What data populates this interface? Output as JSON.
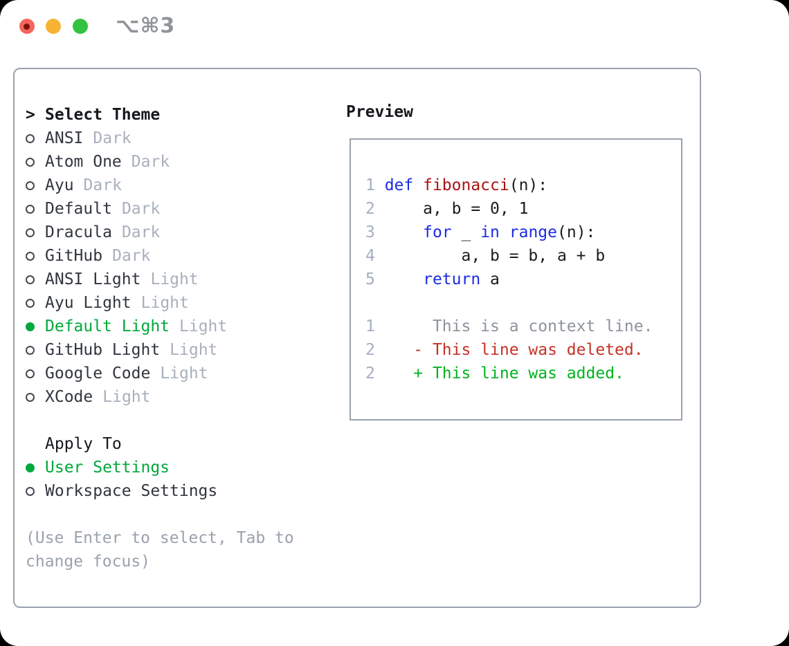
{
  "window": {
    "title": "⌥⌘3",
    "traffic_lights": [
      "close",
      "minimize",
      "zoom"
    ]
  },
  "colors": {
    "accent_green": "#00a83c",
    "keyword_blue": "#1c2be2",
    "function_red": "#a81414",
    "deleted_red": "#c53226",
    "added_green": "#00b41e",
    "muted_gray": "#a8b0bc",
    "hint_gray": "#9aa2ad",
    "border_gray": "#9aa2ad"
  },
  "theme_picker": {
    "header": {
      "prompt": ">",
      "label": "Select Theme"
    },
    "items": [
      {
        "name": "ANSI",
        "variant": "Dark",
        "selected": false
      },
      {
        "name": "Atom One",
        "variant": "Dark",
        "selected": false
      },
      {
        "name": "Ayu",
        "variant": "Dark",
        "selected": false
      },
      {
        "name": "Default",
        "variant": "Dark",
        "selected": false
      },
      {
        "name": "Dracula",
        "variant": "Dark",
        "selected": false
      },
      {
        "name": "GitHub",
        "variant": "Dark",
        "selected": false
      },
      {
        "name": "ANSI Light",
        "variant": "Light",
        "selected": false
      },
      {
        "name": "Ayu Light",
        "variant": "Light",
        "selected": false
      },
      {
        "name": "Default Light",
        "variant": "Light",
        "selected": true
      },
      {
        "name": "GitHub Light",
        "variant": "Light",
        "selected": false
      },
      {
        "name": "Google Code",
        "variant": "Light",
        "selected": false
      },
      {
        "name": "XCode",
        "variant": "Light",
        "selected": false
      }
    ]
  },
  "apply_to": {
    "label": "Apply To",
    "options": [
      {
        "name": "User Settings",
        "selected": true
      },
      {
        "name": "Workspace Settings",
        "selected": false
      }
    ]
  },
  "hint": {
    "lines": [
      "(Use Enter to select, Tab to",
      "change focus)"
    ]
  },
  "preview": {
    "label": "Preview",
    "code_lines": [
      [
        {
          "t": "1 ",
          "s": "ln"
        },
        {
          "t": "def ",
          "s": "kw"
        },
        {
          "t": "fibonacci",
          "s": "fn"
        },
        {
          "t": "(n):",
          "s": "pln"
        }
      ],
      [
        {
          "t": "2 ",
          "s": "ln"
        },
        {
          "t": "    a, b = 0, 1",
          "s": "pln"
        }
      ],
      [
        {
          "t": "3 ",
          "s": "ln"
        },
        {
          "t": "    ",
          "s": "pln"
        },
        {
          "t": "for",
          "s": "kw"
        },
        {
          "t": " _ ",
          "s": "pln"
        },
        {
          "t": "in",
          "s": "kw"
        },
        {
          "t": " ",
          "s": "pln"
        },
        {
          "t": "range",
          "s": "kw"
        },
        {
          "t": "(n):",
          "s": "pln"
        }
      ],
      [
        {
          "t": "4 ",
          "s": "ln"
        },
        {
          "t": "        a, b = b, a + b",
          "s": "pln"
        }
      ],
      [
        {
          "t": "5 ",
          "s": "ln"
        },
        {
          "t": "    ",
          "s": "pln"
        },
        {
          "t": "return",
          "s": "kw"
        },
        {
          "t": " a",
          "s": "pln"
        }
      ],
      [],
      [
        {
          "t": "1 ",
          "s": "ln"
        },
        {
          "t": "     This is a context line.",
          "s": "ctx"
        }
      ],
      [
        {
          "t": "2 ",
          "s": "ln"
        },
        {
          "t": "   - This line was deleted.",
          "s": "del"
        }
      ],
      [
        {
          "t": "2 ",
          "s": "ln"
        },
        {
          "t": "   + This line was added.",
          "s": "add"
        }
      ]
    ]
  }
}
